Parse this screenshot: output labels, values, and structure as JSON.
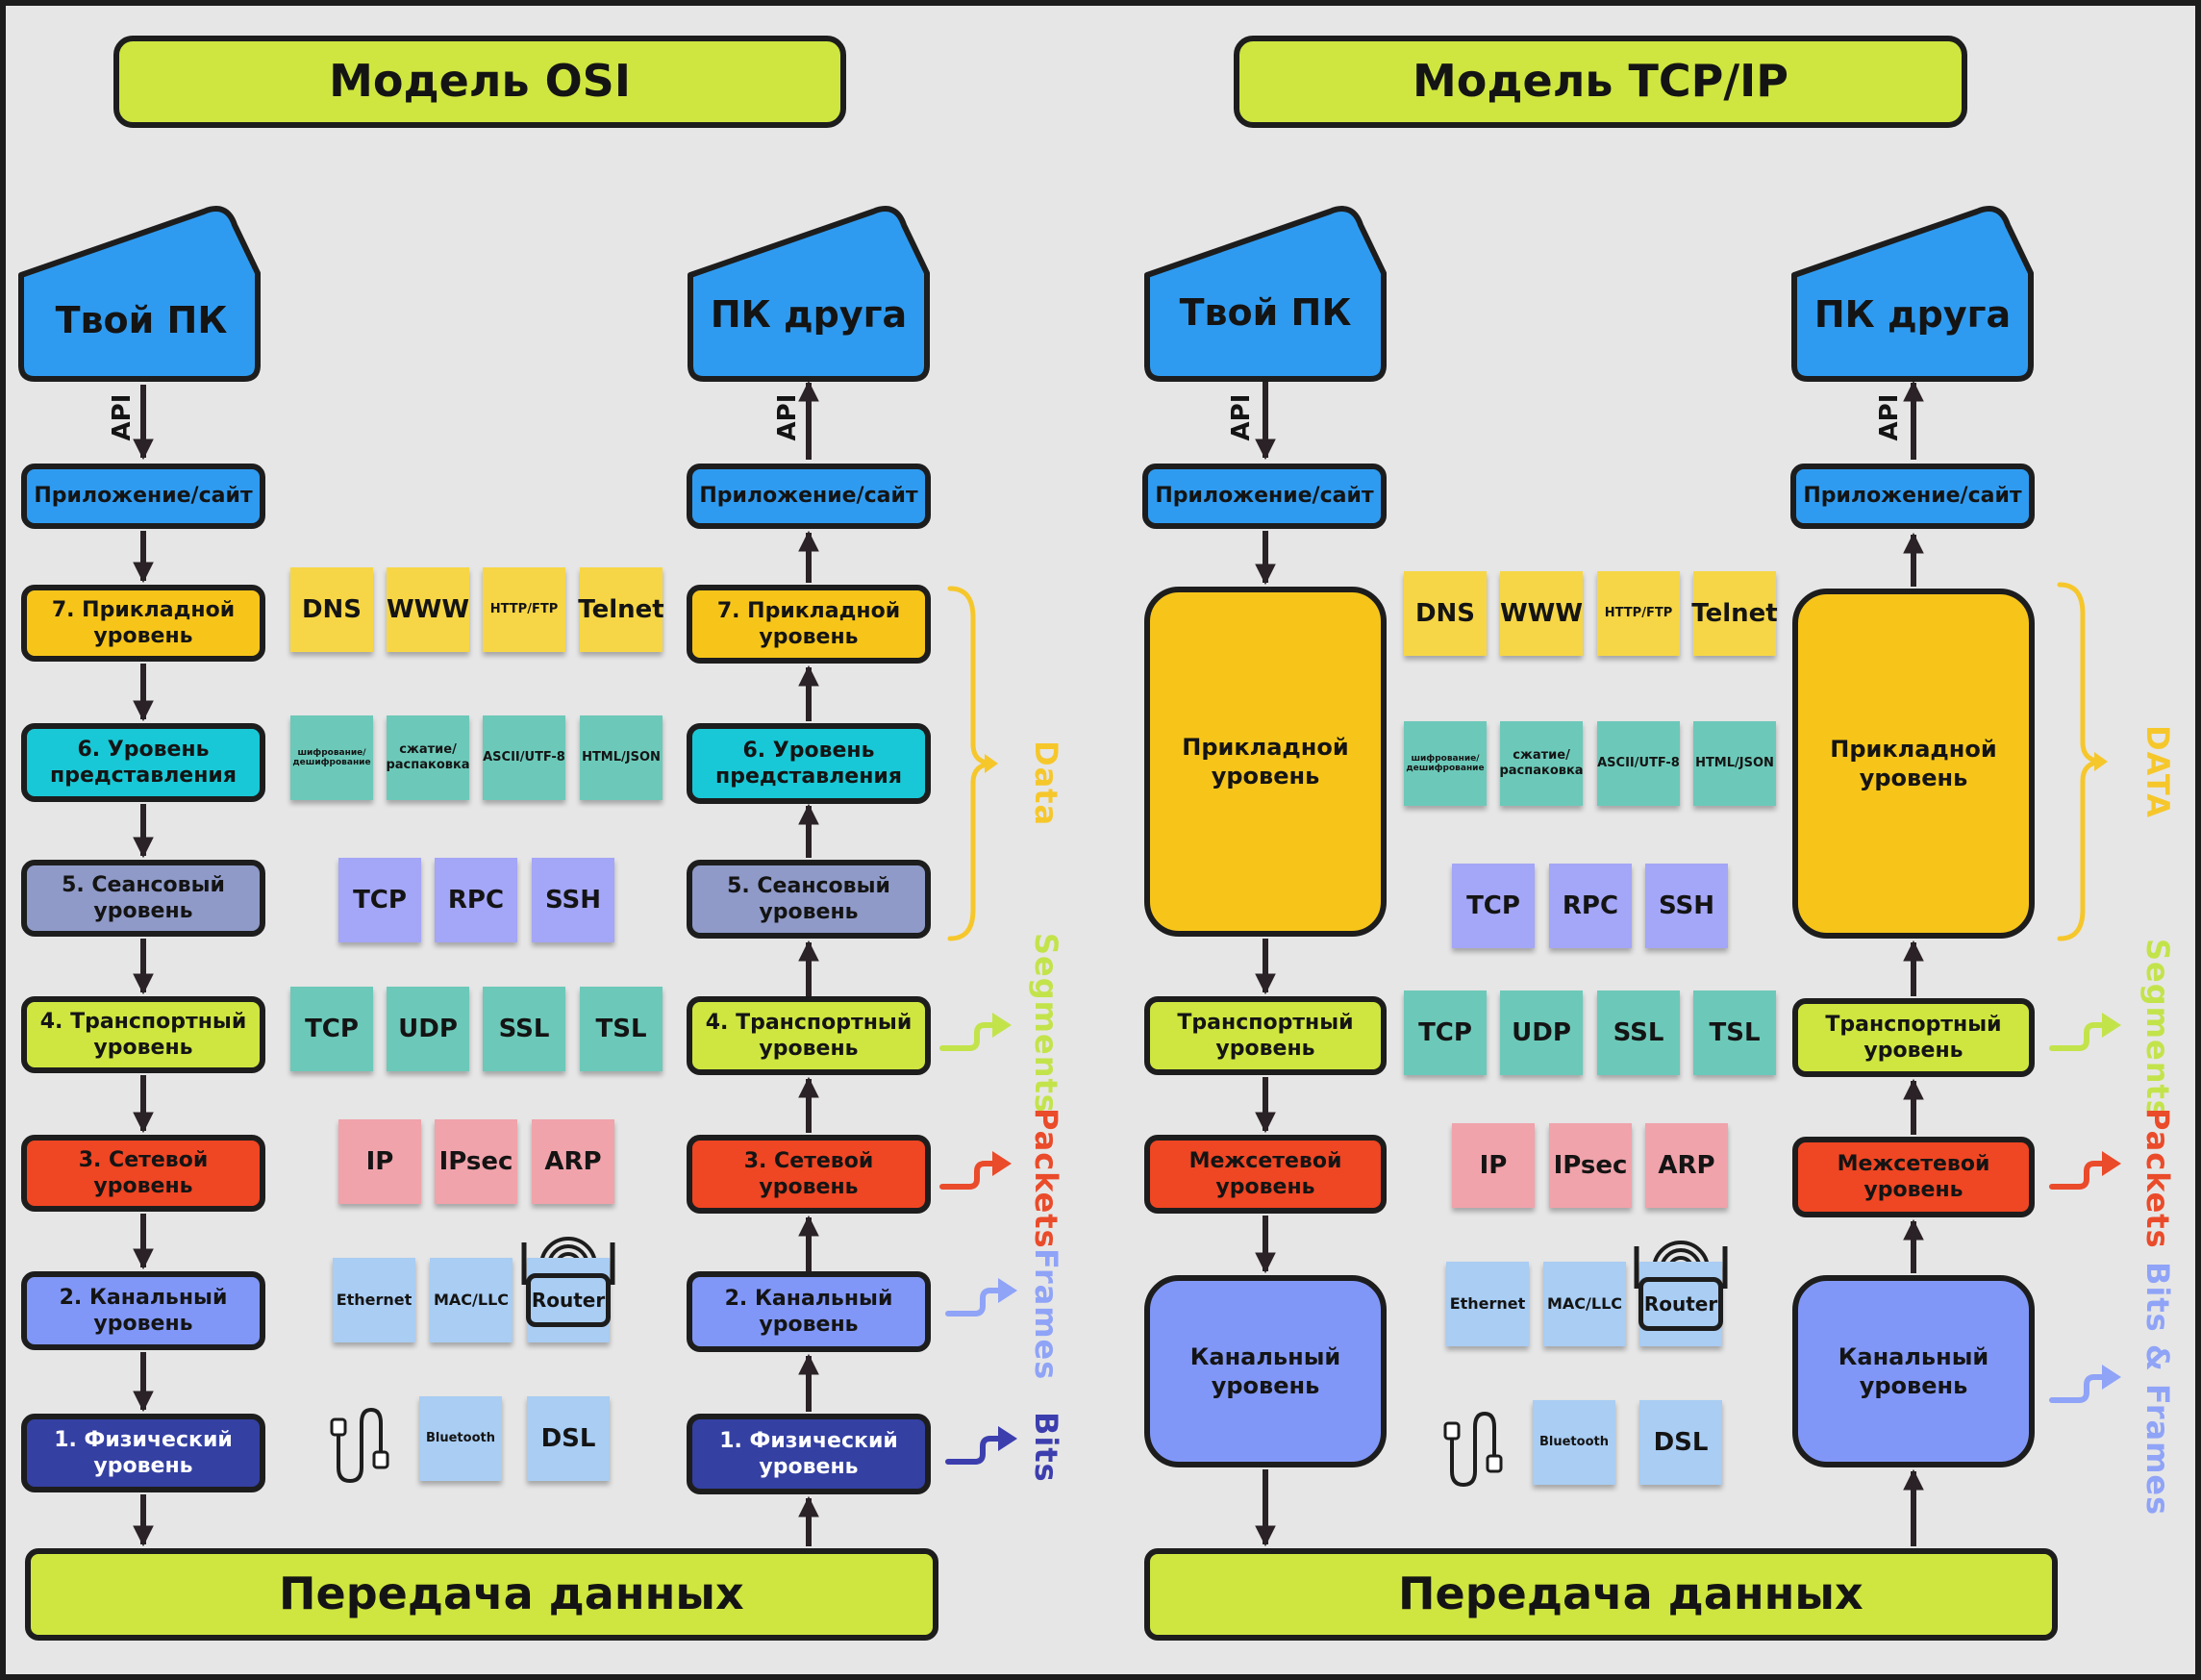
{
  "titles": {
    "osi": "Модель OSI",
    "tcp": "Модель TCP/IP"
  },
  "pc": {
    "mine": "Твой ПК",
    "friend": "ПК друга"
  },
  "api": "API",
  "app": "Приложение/сайт",
  "osi_layers": {
    "l7": "7. Прикладной уровень",
    "l6": "6. Уровень представления",
    "l5": "5. Сеансовый уровень",
    "l4": "4. Транспортный уровень",
    "l3": "3. Сетевой уровень",
    "l2": "2. Канальный уровень",
    "l1": "1. Физический уровень"
  },
  "tcp_layers": {
    "app": "Прикладной уровень",
    "transport": "Транспортный уровень",
    "internet": "Межсетевой уровень",
    "link": "Канальный уровень"
  },
  "protocols": {
    "app": [
      "DNS",
      "WWW",
      "HTTP/FTP",
      "Telnet"
    ],
    "presentation": [
      "шифрование/ дешифрование",
      "сжатие/ распаковка",
      "ASCII/UTF-8",
      "HTML/JSON"
    ],
    "session": [
      "TCP",
      "RPC",
      "SSH"
    ],
    "transport": [
      "TCP",
      "UDP",
      "SSL",
      "TSL"
    ],
    "network": [
      "IP",
      "IPsec",
      "ARP"
    ],
    "link": [
      "Ethernet",
      "MAC/LLC",
      "Router"
    ],
    "physical": [
      "Bluetooth",
      "DSL"
    ]
  },
  "pdu": {
    "data_osi": "Data",
    "data_tcp": "DATA",
    "segments": "Segments",
    "packets": "Packets",
    "frames": "Frames",
    "bits": "Bits",
    "bits_frames": "Bits & Frames"
  },
  "transfer": "Передача данных",
  "colors": {
    "background": "#e6e6e6",
    "outline": "#1d1d1d",
    "lime": "#cfe640",
    "blue": "#2f9bf0",
    "app_layer": "#f7c51a",
    "presentation": "#19c8d6",
    "session": "#8f9ac8",
    "transport": "#cfe640",
    "network": "#ef4623",
    "link": "#8197f7",
    "physical": "#3440a2",
    "sticky_yellow": "#f6d646",
    "sticky_teal": "#6cc9b9",
    "sticky_purple": "#a4a6f7",
    "sticky_pink": "#f0a3ab",
    "sticky_blue": "#a9cdf3",
    "data_label": "#f6c72b",
    "segments_label": "#c3e34b",
    "packets_label": "#ea4b2a",
    "frames_label": "#8fa3f7",
    "bits_label": "#3c3eae",
    "arrow_purple": "#6a2dc0"
  }
}
